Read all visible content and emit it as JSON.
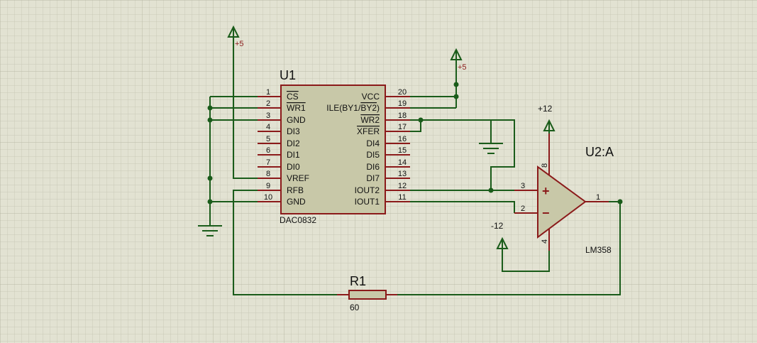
{
  "u1": {
    "ref": "U1",
    "part": "DAC0832",
    "left_pins": [
      {
        "num": "1",
        "name": "CS",
        "overbar": true
      },
      {
        "num": "2",
        "name": "WR1",
        "overbar": true
      },
      {
        "num": "3",
        "name": "GND",
        "overbar": false
      },
      {
        "num": "4",
        "name": "DI3",
        "overbar": false
      },
      {
        "num": "5",
        "name": "DI2",
        "overbar": false
      },
      {
        "num": "6",
        "name": "DI1",
        "overbar": false
      },
      {
        "num": "7",
        "name": "DI0",
        "overbar": false
      },
      {
        "num": "8",
        "name": "VREF",
        "overbar": false
      },
      {
        "num": "9",
        "name": "RFB",
        "overbar": false
      },
      {
        "num": "10",
        "name": "GND",
        "overbar": false
      }
    ],
    "right_pins": [
      {
        "num": "20",
        "name": "VCC",
        "overbar": false
      },
      {
        "num": "19",
        "name_pre": "ILE(BY1/",
        "name_bar": "BY2",
        "name_post": ")"
      },
      {
        "num": "18",
        "name": "WR2",
        "overbar": true
      },
      {
        "num": "17",
        "name": "XFER",
        "overbar": true
      },
      {
        "num": "16",
        "name": "DI4",
        "overbar": false
      },
      {
        "num": "15",
        "name": "DI5",
        "overbar": false
      },
      {
        "num": "14",
        "name": "DI6",
        "overbar": false
      },
      {
        "num": "13",
        "name": "DI7",
        "overbar": false
      },
      {
        "num": "12",
        "name": "IOUT2",
        "overbar": false
      },
      {
        "num": "11",
        "name": "IOUT1",
        "overbar": false
      }
    ]
  },
  "u2": {
    "ref": "U2:A",
    "part": "LM358",
    "pin_plus": "3",
    "pin_minus": "2",
    "pin_out": "1",
    "pin_vcc": "8",
    "pin_vee": "4",
    "plus_sign": "+",
    "minus_sign": "−"
  },
  "r1": {
    "ref": "R1",
    "value": "60"
  },
  "power": {
    "p5_left": "+5",
    "p5_right": "+5",
    "p12": "+12",
    "m12": "-12"
  }
}
